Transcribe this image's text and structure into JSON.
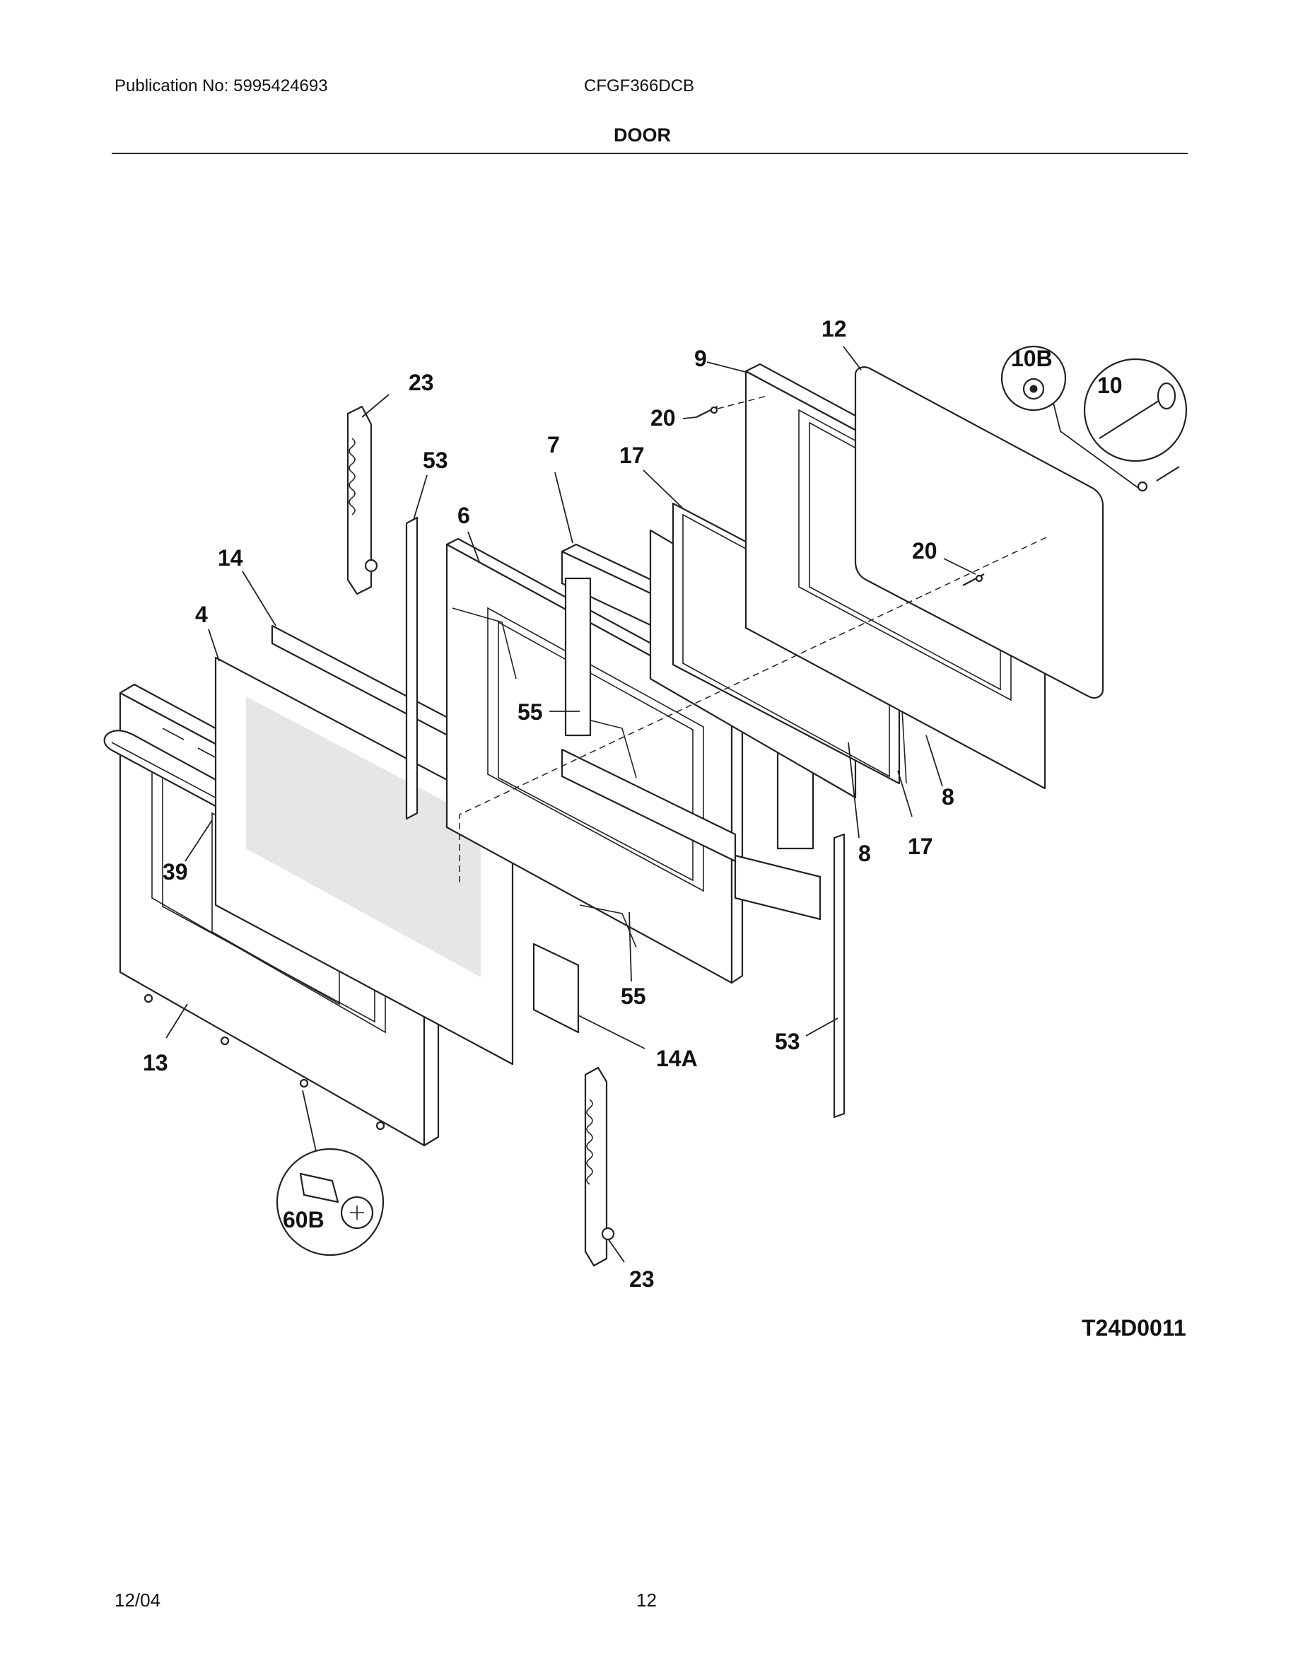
{
  "header": {
    "publication": "Publication No: 5995424693",
    "model": "CFGF366DCB",
    "section_title": "DOOR"
  },
  "diagram": {
    "callouts": {
      "c23_top": "23",
      "c53_top": "53",
      "c14": "14",
      "c4": "4",
      "c6": "6",
      "c7": "7",
      "c17_top": "17",
      "c20_top": "20",
      "c9": "9",
      "c12": "12",
      "c10B": "10B",
      "c10": "10",
      "c20_right": "20",
      "c55_top": "55",
      "c8_right": "8",
      "c8_mid": "8",
      "c17_bottom": "17",
      "c39": "39",
      "c13": "13",
      "c55_bottom": "55",
      "c14A": "14A",
      "c53_bottom": "53",
      "c60B": "60B",
      "c23_bottom": "23"
    },
    "code": "T24D0011"
  },
  "footer": {
    "date": "12/04",
    "page": "12"
  }
}
